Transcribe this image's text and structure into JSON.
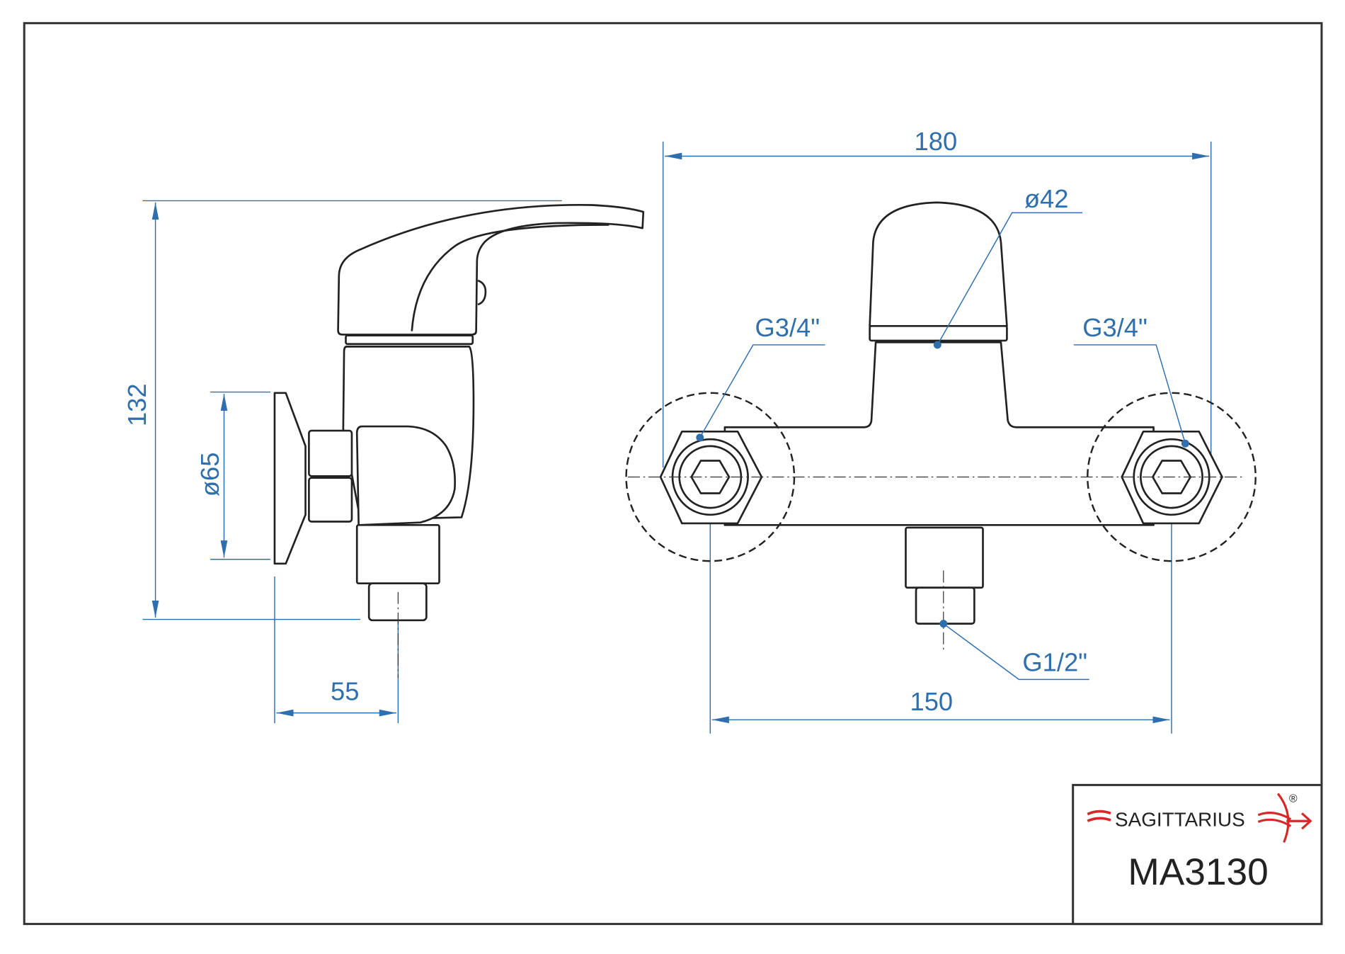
{
  "drawing": {
    "side_view": {
      "height_dim": "132",
      "flange_diameter_dim": "ø65",
      "depth_dim": "55"
    },
    "front_view": {
      "width_dim": "180",
      "handle_diameter_dim": "ø42",
      "inlet_left_thread": "G3/4\"",
      "inlet_right_thread": "G3/4\"",
      "outlet_thread": "G1/2\"",
      "center_distance_dim": "150"
    }
  },
  "title_block": {
    "brand": "SAGITTARIUS",
    "registered_mark": "®",
    "model": "MA3130"
  },
  "colors": {
    "dimension": "#2f6fad",
    "line": "#222222",
    "brand_red": "#d62828"
  }
}
